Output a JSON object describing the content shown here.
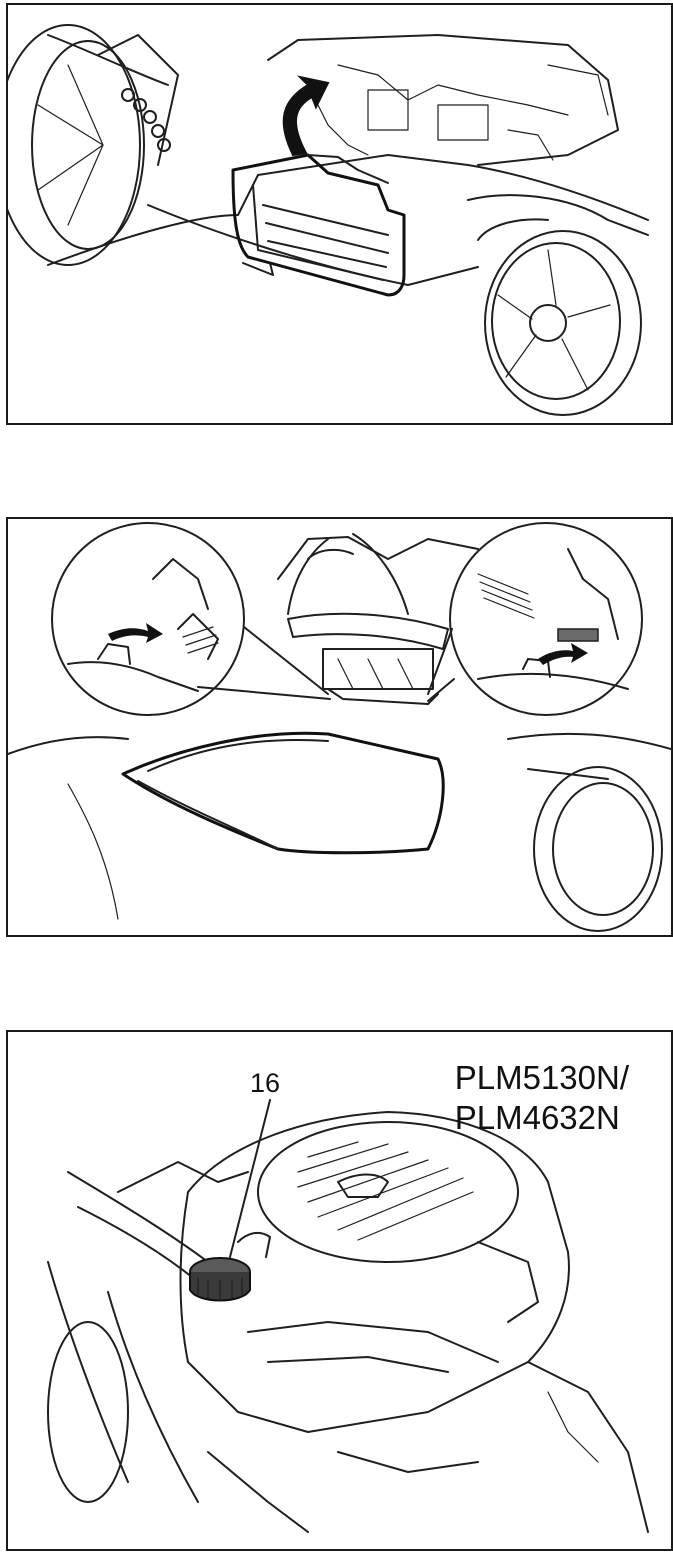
{
  "figures": [
    {
      "id": "fig-1",
      "depicts": "lift-rear-flap"
    },
    {
      "id": "fig-2",
      "depicts": "attach-grass-bag"
    },
    {
      "id": "fig-3",
      "callout": "16",
      "model_label": {
        "line1": "PLM5130N/",
        "line2": "PLM4632N"
      }
    }
  ],
  "colors": {
    "line": "#1f1f1f",
    "paper": "#ffffff",
    "cap": "#3a3a3a"
  }
}
